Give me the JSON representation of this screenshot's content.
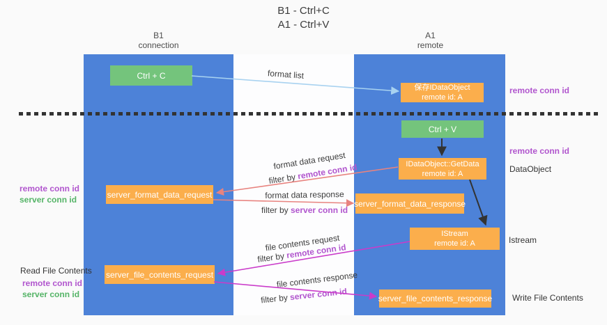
{
  "title": {
    "line1": "B1 - Ctrl+C",
    "line2": "A1 - Ctrl+V"
  },
  "columns": {
    "left": {
      "title": "B1",
      "subtitle": "connection"
    },
    "right": {
      "title": "A1",
      "subtitle": "remote"
    }
  },
  "nodes": {
    "ctrl_c": "Ctrl + C",
    "ctrl_v": "Ctrl + V",
    "save_dataobject": {
      "line1": "保存IDataObject",
      "line2": "remote id: A"
    },
    "getdata": {
      "line1": "IDataObject::GetData",
      "line2": "remote id: A"
    },
    "istream": {
      "line1": "IStream",
      "line2": "remote id: A"
    },
    "server_format_data_request": "server_format_data_request",
    "server_format_data_response": "server_format_data_response",
    "server_file_contents_request": "server_file_contents_request",
    "server_file_contents_response": "server_file_contents_response"
  },
  "side_labels": {
    "right_remote_conn_id_top": "remote conn id",
    "right_remote_conn_id_mid": "remote conn id",
    "dataobject": "DataObject",
    "istream": "Istream",
    "write_file_contents": "Write File Contents",
    "read_file_contents": "Read File Contents",
    "left_remote_conn_id_1": "remote conn id",
    "left_server_conn_id_1": "server conn id",
    "left_remote_conn_id_2": "remote conn id",
    "left_server_conn_id_2": "server conn id"
  },
  "arrow_labels": {
    "format_list": "format list",
    "format_data_request": "format data request",
    "format_data_response": "format data response",
    "file_contents_request": "file contents request",
    "file_contents_response": "file contents response",
    "filter_by": "filter by",
    "remote_conn_id": "remote conn id",
    "server_conn_id": "server conn id"
  },
  "colors": {
    "column_blue": "#4d82d8",
    "node_orange": "#fbae4c",
    "node_green": "#74c47c",
    "arrow_light_blue": "#a8d2f0",
    "arrow_red": "#e8837f",
    "arrow_magenta": "#ca3bca",
    "arrow_black": "#333333",
    "label_purple": "#b156ce",
    "label_green": "#55b467"
  }
}
